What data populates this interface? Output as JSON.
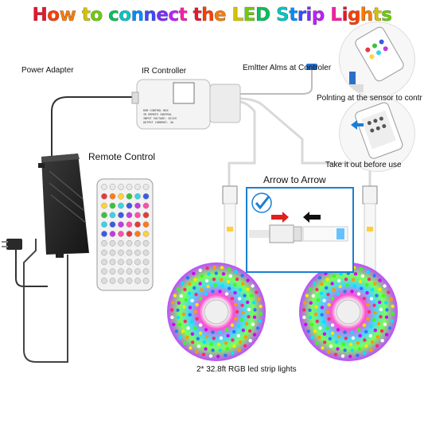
{
  "title": {
    "text": "How to connect the LED Strip Lights",
    "colors": [
      "#e8162e",
      "#ff3d00",
      "#ff7a00",
      "#d4c300",
      "#6ccf00",
      "#00c35a",
      "#00c7c7",
      "#008cff",
      "#3a4bff",
      "#7b2dff",
      "#c21cff",
      "#ff1aa8"
    ]
  },
  "labels": {
    "power_adapter": "Power Adapter",
    "ir_controller": "IR Controller",
    "emitter": "Emltter Alms at Controler",
    "pointing": "Polnting at the sensor to contr",
    "take_out": "Take it out before use",
    "remote_control": "Remote Control",
    "arrow_to_arrow": "Arrow to Arrow",
    "strip_lights": "2* 32.8ft  RGB led strip lights"
  },
  "controller_text": [
    "RGB CONTROL BOX",
    "IR REMOTE CONTROL",
    "INPUT VOLTAGE: DC12V",
    "OUTPUT CURRENT: 3A"
  ],
  "colors": {
    "adapter": "#1f1f1f",
    "controller": "#f4f4f4",
    "arrow_frame": "#1a7fd4",
    "arrow_red": "#e0201c",
    "arrow_black": "#111111"
  }
}
